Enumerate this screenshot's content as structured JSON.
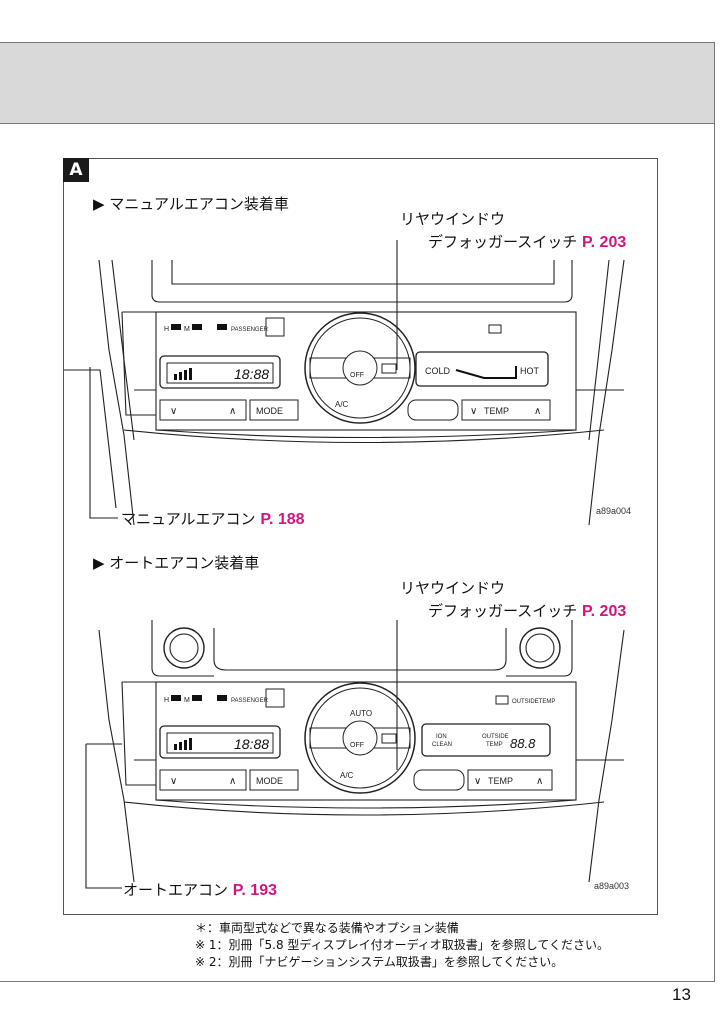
{
  "section": {
    "badge": "A"
  },
  "manual": {
    "heading": "▶ マニュアルエアコン装着車",
    "defogger_label_1": "リヤウインドウ",
    "defogger_label_2": "デフォッガースイッチ",
    "defogger_ref": "P. 203",
    "aircon_label": "マニュアルエアコン",
    "aircon_ref": "P. 188",
    "image_code": "a89a004",
    "panel": {
      "indicator": "H",
      "indicator_m": "M",
      "passenger": "PASSENGER",
      "clock": "18:88",
      "off": "OFF",
      "ac": "A/C",
      "cold": "COLD",
      "hot": "HOT",
      "mode": "MODE",
      "temp": "TEMP"
    }
  },
  "auto": {
    "heading": "▶ オートエアコン装着車",
    "defogger_label_1": "リヤウインドウ",
    "defogger_label_2": "デフォッガースイッチ",
    "defogger_ref": "P. 203",
    "aircon_label": "オートエアコン",
    "aircon_ref": "P. 193",
    "image_code": "a89a003",
    "panel": {
      "indicator": "H",
      "indicator_m": "M",
      "passenger": "PASSENGER",
      "auto": "AUTO",
      "clock": "18:88",
      "off": "OFF",
      "ac": "A/C",
      "outside_temp": "OUTSIDETEMP",
      "ion": "ION",
      "clean": "CLEAN",
      "outside": "OUTSIDE",
      "temp_small": "TEMP",
      "temp_readout": "88.8",
      "mode": "MODE",
      "temp": "TEMP"
    }
  },
  "footnotes": [
    {
      "mark": "＊",
      "text": "：車両型式などで異なる装備やオプション装備"
    },
    {
      "mark": "※ 1",
      "text": "：別冊「5.8 型ディスプレイ付オーディオ取扱書」を参照してください。"
    },
    {
      "mark": "※ 2",
      "text": "：別冊「ナビゲーションシステム取扱書」を参照してください。"
    }
  ],
  "page_number": "13"
}
